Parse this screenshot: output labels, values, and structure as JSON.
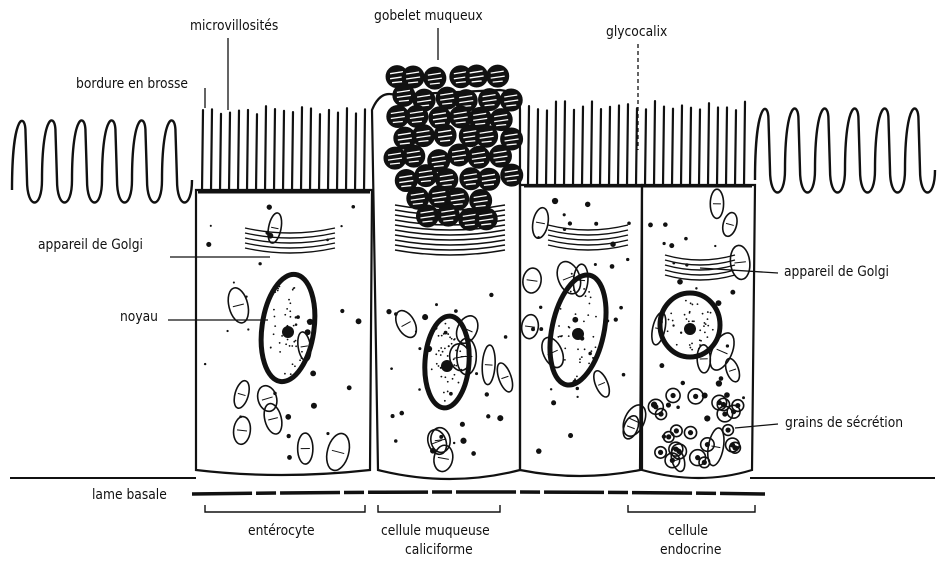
{
  "labels": {
    "microvillosites": "microvillosités",
    "gobelet": "gobelet muqueux",
    "glycocalix": "glycocalix",
    "bordure": "bordure en brosse",
    "golgi_left": "appareil de Golgi",
    "noyau": "noyau",
    "golgi_right": "appareil de Golgi",
    "grains": "grains de sécrétion",
    "lame": "lame basale",
    "enterocyte": "entérocyte",
    "muqueuse_line1": "cellule muqueuse",
    "muqueuse_line2": "caliciforme",
    "endocrine_line1": "cellule",
    "endocrine_line2": "endocrine"
  },
  "colors": {
    "ink": "#111111",
    "paper": "#ffffff"
  }
}
